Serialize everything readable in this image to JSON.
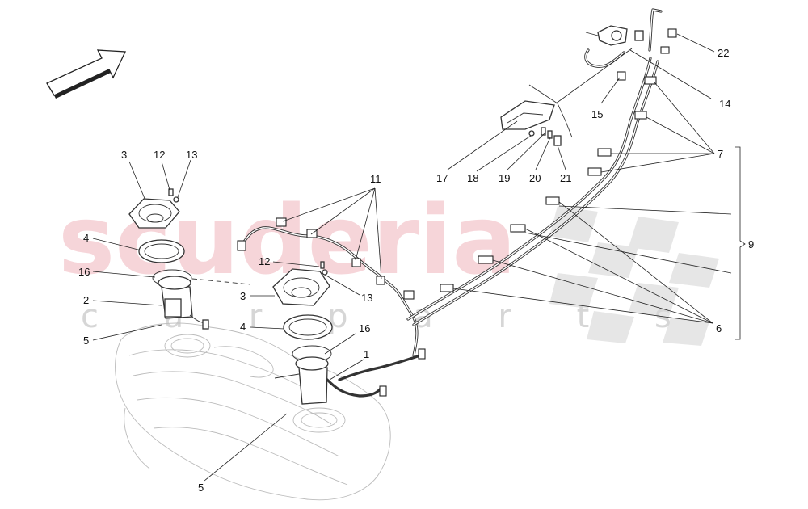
{
  "watermark": {
    "brand": "scuderia",
    "subtitle": "c a r p a r t s"
  },
  "callouts": [
    {
      "id": "c3a",
      "label": "3"
    },
    {
      "id": "c12a",
      "label": "12"
    },
    {
      "id": "c13a",
      "label": "13"
    },
    {
      "id": "c4a",
      "label": "4"
    },
    {
      "id": "c16a",
      "label": "16"
    },
    {
      "id": "c2",
      "label": "2"
    },
    {
      "id": "c5a",
      "label": "5"
    },
    {
      "id": "c12b",
      "label": "12"
    },
    {
      "id": "c3b",
      "label": "3"
    },
    {
      "id": "c13b",
      "label": "13"
    },
    {
      "id": "c4b",
      "label": "4"
    },
    {
      "id": "c16b",
      "label": "16"
    },
    {
      "id": "c1",
      "label": "1"
    },
    {
      "id": "c5b",
      "label": "5"
    },
    {
      "id": "c11",
      "label": "11"
    },
    {
      "id": "c17",
      "label": "17"
    },
    {
      "id": "c18",
      "label": "18"
    },
    {
      "id": "c19",
      "label": "19"
    },
    {
      "id": "c20",
      "label": "20"
    },
    {
      "id": "c21",
      "label": "21"
    },
    {
      "id": "c15",
      "label": "15"
    },
    {
      "id": "c14",
      "label": "14"
    },
    {
      "id": "c22",
      "label": "22"
    },
    {
      "id": "c7",
      "label": "7"
    },
    {
      "id": "c9",
      "label": "9"
    },
    {
      "id": "c6",
      "label": "6"
    }
  ],
  "colors": {
    "watermark_red": "#f4c7cd",
    "watermark_grey": "#d6d6d6",
    "line": "#333333"
  }
}
